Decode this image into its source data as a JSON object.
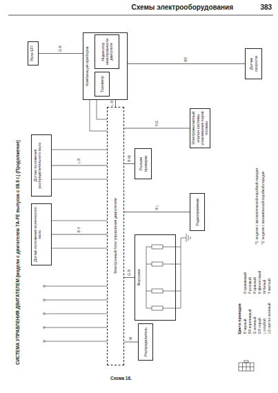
{
  "diagram": {
    "title": "СИСТЕМА УПРАВЛЕНИЯ ДВИГАТЕЛЕМ (модели с двигателем 7A-FE выпуска с 08.9 г.) (Продолжение)",
    "caption": "Схема 16.",
    "nodes": [
      {
        "text": [
          "Реле EFI"
        ]
      },
      {
        "text": [
          "Датчик положения коленчатого вала"
        ]
      },
      {
        "text": [
          "Датчик положения распределительного вала"
        ]
      },
      {
        "text": [
          "Электронный блок управления двигателем"
        ]
      },
      {
        "text": [
          "Форсунки"
        ]
      },
      {
        "text": [
          "Разъем проверки"
        ]
      },
      {
        "text": [
          "Распределитель"
        ]
      },
      {
        "text": [
          "Комбинация приборов"
        ]
      },
      {
        "text": [
          "Тахометр"
        ],
        "in": 7
      },
      {
        "text": [
          "Индикатор неисправности двигателя"
        ],
        "in": 7
      },
      {
        "text": [
          "Датчик скорости"
        ]
      },
      {
        "text": [
          "Радиоприемник"
        ]
      },
      {
        "text": [
          "Электромагнитный клапан системы улавливания паров топлива"
        ]
      }
    ],
    "edges": [
      {
        "from": 1,
        "to": 3,
        "arrow": "none",
        "label": "B-Y"
      },
      {
        "from": 2,
        "to": 3,
        "arrow": "none",
        "label": "L-B"
      },
      {
        "from": 4,
        "to": 3,
        "arrow": "none",
        "label": "G-R"
      },
      {
        "from": 6,
        "to": 3,
        "arrow": "none",
        "label": "W"
      },
      {
        "from": 5,
        "to": 3,
        "arrow": "none",
        "label": "B-W"
      },
      {
        "from": 11,
        "to": 3,
        "arrow": "none",
        "label": "R-L"
      },
      {
        "from": 12,
        "to": 3,
        "arrow": "none",
        "label": "Y-G"
      },
      {
        "from": 7,
        "to": 3,
        "arrow": "none",
        "label": "L-R"
      },
      {
        "from": 10,
        "to": 7,
        "arrow": "none",
        "label": "BR"
      },
      {
        "from": 0,
        "to": 7,
        "arrow": "none",
        "label": "G-B"
      }
    ],
    "labels": [
      "Схемы электрооборудования",
      "383",
      "*1: модели с автоматической коробкой передач",
      "*2: модели с механической коробкой передач",
      "Цвета проводов",
      "B черный",
      "BR коричневый",
      "G зеленый",
      "GR серый",
      "L голубой",
      "LG светло-зеленый",
      "O оранжевый",
      "P розовый",
      "R красный",
      "V фиолетовый",
      "W белый",
      "Y желтый"
    ]
  }
}
